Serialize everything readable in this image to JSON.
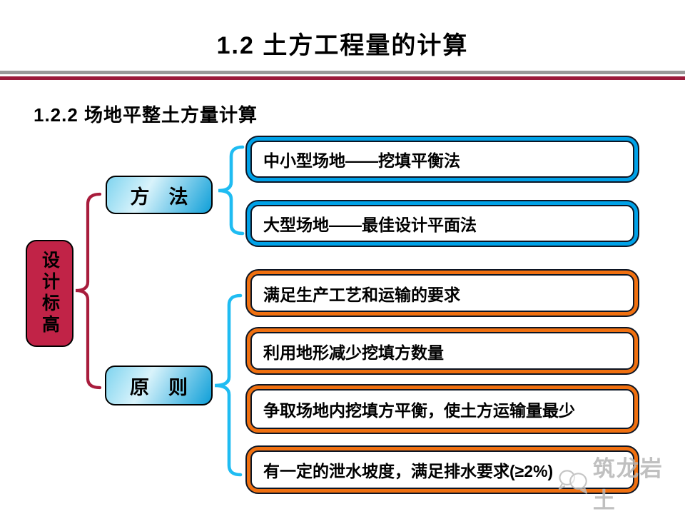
{
  "slide": {
    "title": "1.2 土方工程量的计算",
    "subtitle": "1.2.2 场地平整土方量计算",
    "root": {
      "label": "设计标高"
    },
    "branches": [
      {
        "label": "方　法",
        "items": [
          "中小型场地——挖填平衡法",
          "大型场地——最佳设计平面法"
        ]
      },
      {
        "label": "原　则",
        "items": [
          "满足生产工艺和运输的要求",
          "利用地形减少挖填方数量",
          "争取场地内挖填方平衡，使土方运输量最少",
          "有一定的泄水坡度，满足排水要求(≥2%)"
        ]
      }
    ],
    "watermark": {
      "label": "筑龙岩土",
      "icon": "chat-bubbles-icon"
    },
    "colors": {
      "title_text": "#000000",
      "rule_gray": "#999999",
      "rule_crimson": "#9b1b3b",
      "root_fill": "#c12347",
      "brace_crimson": "#a81c3c",
      "brace_cyan": "#1fbcf2",
      "method_item_border": "#00a2e8",
      "principle_item_border": "#f07010",
      "label_gradient_start": "#7fd4ef",
      "label_gradient_end": "#0f9fd8",
      "outline_dark": "#0c1524",
      "watermark_gray": "#b6b6b6"
    }
  }
}
